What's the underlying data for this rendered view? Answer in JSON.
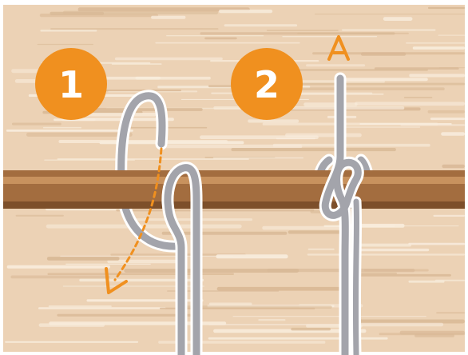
{
  "colors": {
    "background": "#ffffff",
    "wood_base": "#ecd2b5",
    "wood_grain_light": "#f8ecdc",
    "wood_grain_dark": "#d9b996",
    "rod": "#a36d3f",
    "rod_highlight": "#c8925e",
    "rod_shadow": "#7d4f2a",
    "rope": "#a3a4ab",
    "rope_outline": "#ffffff",
    "badge": "#f0901f",
    "arrow": "#f0901f"
  },
  "steps": [
    {
      "label": "1",
      "icon": "orange-circle-badge"
    },
    {
      "label": "2",
      "icon": "orange-circle-badge"
    }
  ],
  "illustration": {
    "background": "wood-grain-plank",
    "rod": "horizontal-wooden-dowel",
    "step1": {
      "rope": "rope-wrapped-over-rod",
      "arrow": "dashed-arrow-pointing-down-left"
    },
    "step2": {
      "rope": "rope-crossed-knot-on-rod",
      "arrow": "arrow-pointing-up"
    }
  }
}
